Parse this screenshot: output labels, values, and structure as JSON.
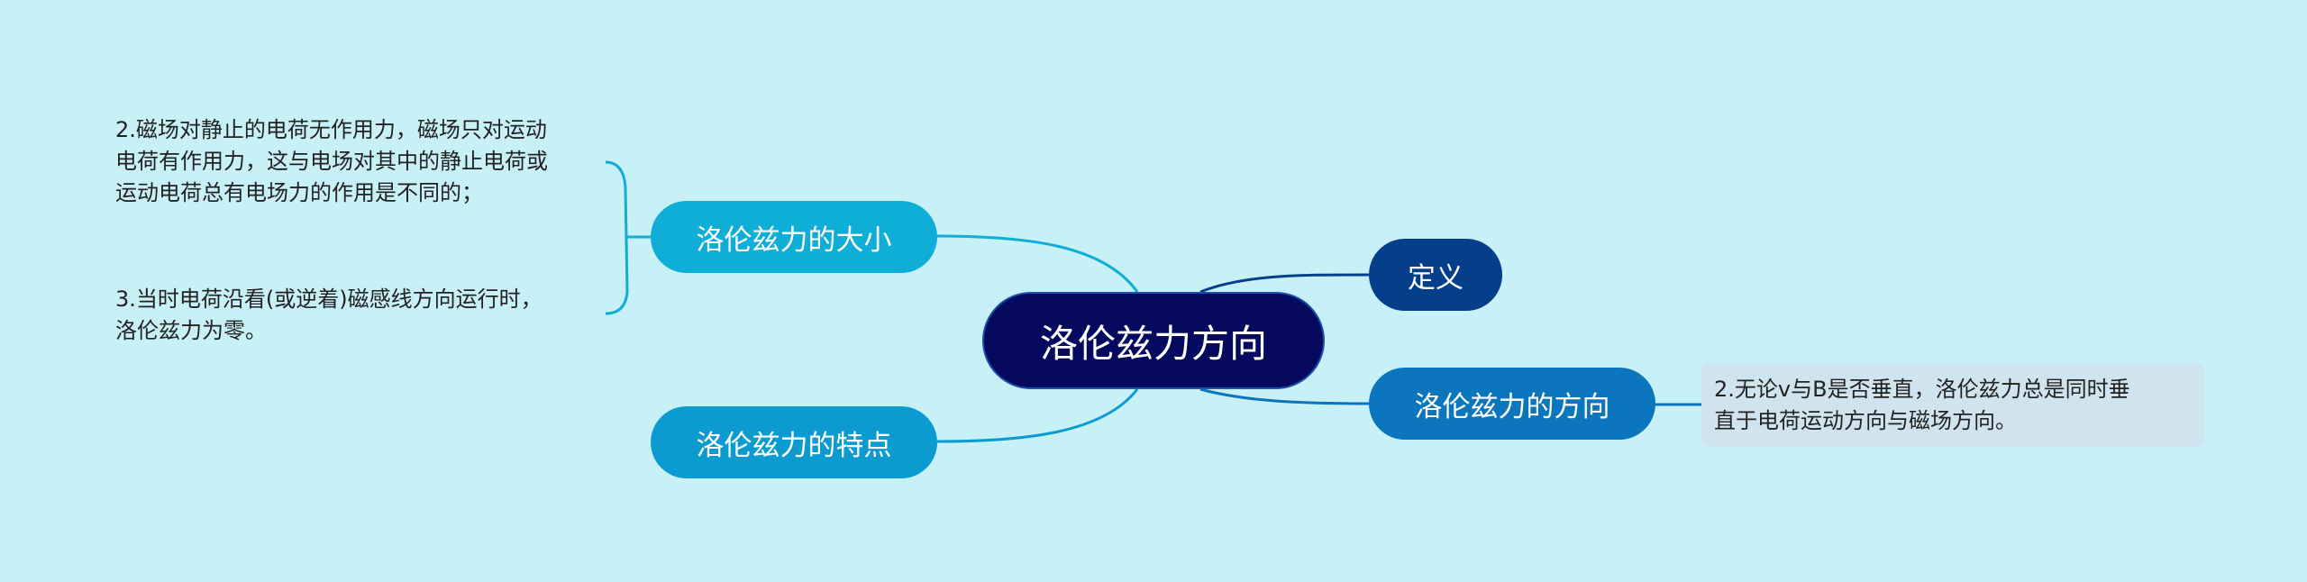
{
  "colors": {
    "background": "#c8f0f7",
    "root_fill": "#050a5f",
    "root_border": "#1c4fa8",
    "branch_size": "#0eaed6",
    "branch_trait": "#0c9bd1",
    "branch_definition": "#053f8c",
    "branch_direction": "#0b75bd",
    "leaf_box": "#cfe4ee",
    "leaf_text": "#222222"
  },
  "root": {
    "label": "洛伦兹力方向"
  },
  "branches": {
    "size": {
      "label": "洛伦兹力的大小",
      "notes": [
        {
          "lines": [
            "2.磁场对静止的电荷无作用力，磁场只对运动",
            "电荷有作用力，这与电场对其中的静止电荷或",
            "运动电荷总有电场力的作用是不同的；"
          ]
        },
        {
          "lines": [
            "3.当时电荷沿看(或逆着)磁感线方向运行时，",
            "洛伦兹力为零。"
          ]
        }
      ]
    },
    "trait": {
      "label": "洛伦兹力的特点"
    },
    "definition": {
      "label": "定义"
    },
    "direction": {
      "label": "洛伦兹力的方向",
      "note": {
        "lines": [
          "2.无论v与B是否垂直，洛伦兹力总是同时垂",
          "直于电荷运动方向与磁场方向。"
        ]
      }
    }
  }
}
